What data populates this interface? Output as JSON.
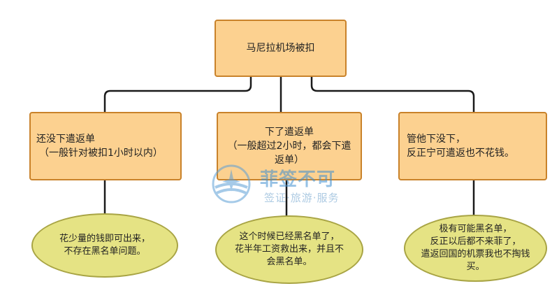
{
  "root": {
    "label": "马尼拉机场被扣"
  },
  "branches": [
    {
      "box_lines": [
        "还没下遣返单",
        "（一般针对被扣1小时以内）"
      ],
      "result_lines": [
        "花少量的钱即可出来，",
        "不存在黑名单问题。"
      ]
    },
    {
      "box_lines": [
        "下了遣返单",
        "（一般超过2小时，都会下遣",
        "返单）"
      ],
      "result_lines": [
        "这个时候已经黑名单了，",
        "花半年工资救出来，并且不",
        "会黑名单。"
      ]
    },
    {
      "box_lines": [
        "管他下没下，",
        "反正宁可遣返也不花钱。"
      ],
      "result_lines": [
        "极有可能黑名单，",
        "反正以后都不来菲了，",
        "遣返回国的机票我也不掏钱",
        "买。"
      ]
    }
  ],
  "watermark": {
    "title": "菲签不可",
    "subtitle": "签证·旅游·服务"
  },
  "colors": {
    "box_fill": "#fcd190",
    "box_border": "#c9822a",
    "oval_fill": "#e5e384",
    "oval_border": "#a8a444",
    "connector": "#1a1a1a",
    "watermark": "#3f8fd0"
  }
}
